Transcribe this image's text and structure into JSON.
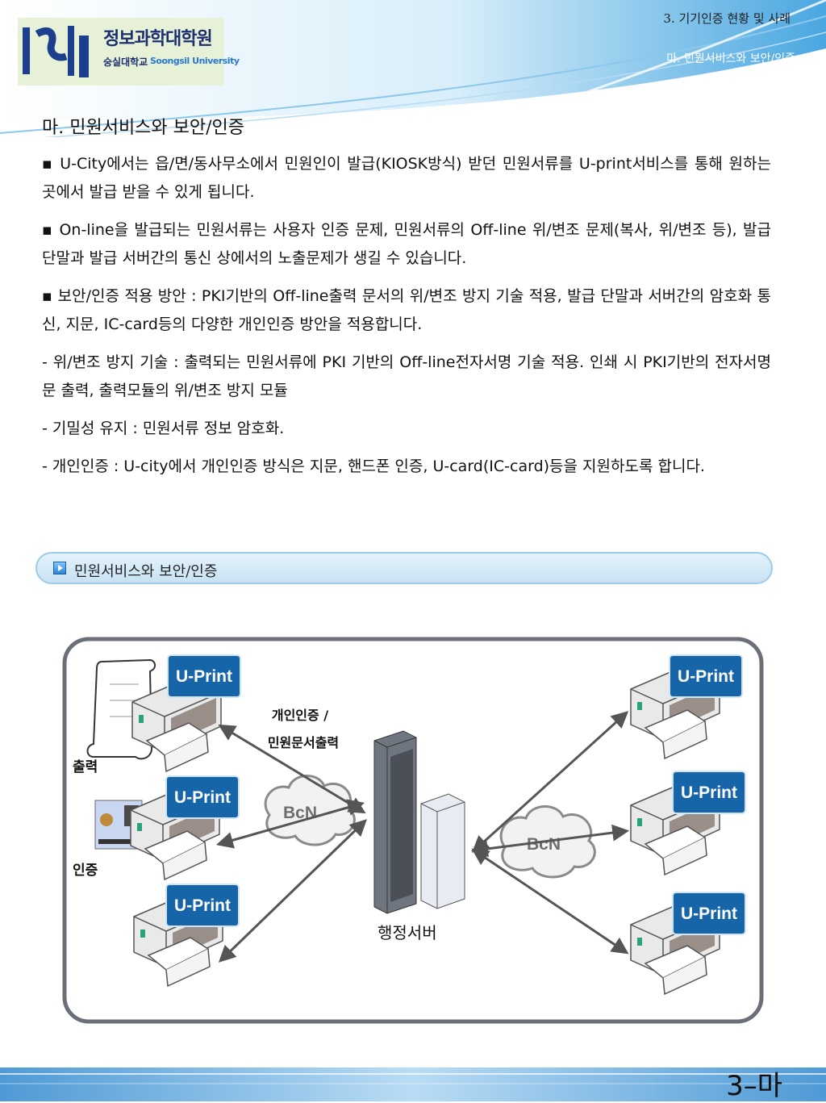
{
  "header": {
    "logo_title": "정보과학대학원",
    "logo_univ": "숭실대학교",
    "logo_univ_en": "Soongsil University",
    "breadcrumb_top": "3. 기기인증 현황 및 사례",
    "breadcrumb_sub": "마. 민원서비스와 보안/인증"
  },
  "section_title": "마. 민원서비스와 보안/인증",
  "paragraphs": [
    "▪ U-City에서는 읍/면/동사무소에서 민원인이 발급(KIOSK방식) 받던 민원서류를 U-print서비스를 통해 원하는 곳에서 발급 받을 수 있게 됩니다.",
    "▪ On-line을 발급되는 민원서류는 사용자 인증 문제, 민원서류의 Off-line 위/변조 문제(복사, 위/변조 등), 발급 단말과 발급 서버간의 통신 상에서의 노출문제가 생길 수 있습니다.",
    "▪ 보안/인증 적용 방안 : PKI기반의 Off-line출력 문서의 위/변조 방지 기술 적용, 발급 단말과 서버간의 암호화 통신, 지문, IC-card등의 다양한 개인인증 방안을 적용합니다.",
    "- 위/변조 방지 기술 : 출력되는 민원서류에 PKI 기반의 Off-line전자서명 기술 적용. 인쇄 시 PKI기반의 전자서명 문 출력, 출력모듈의 위/변조 방지 모듈",
    "- 기밀성 유지 : 민원서류 정보 암호화.",
    "- 개인인증 : U-city에서 개인인증 방식은 지문, 핸드폰 인증, U-card(IC-card)등을 지원하도록 합니다."
  ],
  "caption": "민원서비스와 보안/인증",
  "diagram": {
    "uprint_label": "U-Print",
    "left_printers": [
      "U-Print",
      "U-Print",
      "U-Print"
    ],
    "right_printers": [
      "U-Print",
      "U-Print",
      "U-Print"
    ],
    "output_label": "출력",
    "auth_label": "인증",
    "arrow_label_1": "개인인증 /",
    "arrow_label_2": "민원문서출력",
    "cloud_left": "BcN",
    "cloud_right": "BcN",
    "server_label": "행정서버"
  },
  "page_number": "3–마",
  "colors": {
    "accent": "#1e6fb8",
    "uprint_box": "#1565a8",
    "frame": "#6a6f78"
  }
}
